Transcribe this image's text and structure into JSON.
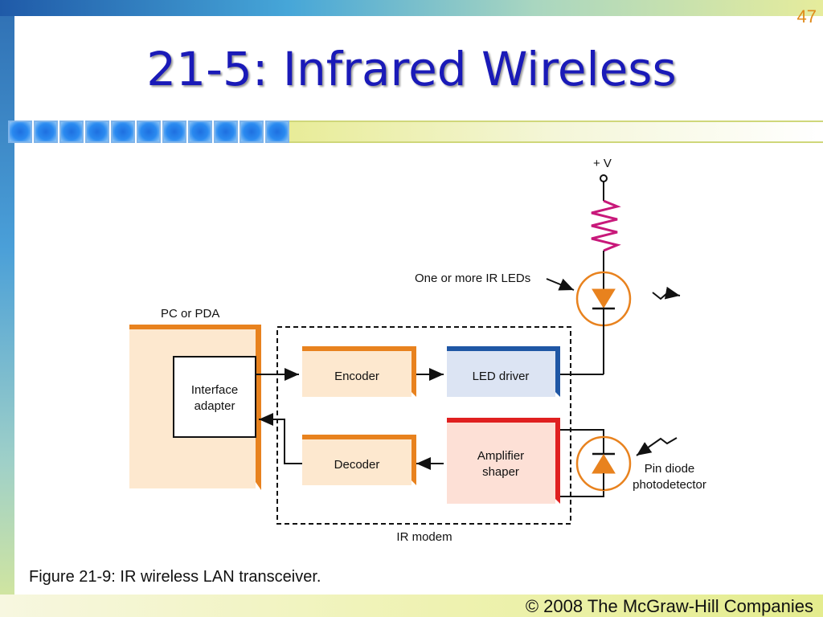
{
  "slide": {
    "number": "47",
    "title": "21-5: Infrared Wireless",
    "caption": "Figure 21-9: IR wireless LAN transceiver.",
    "copyright": "© 2008 The McGraw-Hill Companies"
  },
  "diagram": {
    "supply_label": "+ V",
    "leds_label": "One or more IR LEDs",
    "pc_label": "PC or PDA",
    "interface_line1": "Interface",
    "interface_line2": "adapter",
    "encoder_label": "Encoder",
    "led_driver_label": "LED driver",
    "decoder_label": "Decoder",
    "amplifier_line1": "Amplifier",
    "amplifier_line2": "shaper",
    "photodetector_line1": "Pin diode",
    "photodetector_line2": "photodetector",
    "modem_label": "IR modem"
  },
  "colors": {
    "title": "#1a1ab8",
    "orange": "#e8821e",
    "blue": "#1f57a5",
    "red": "#e02020",
    "resistor": "#c8187a"
  }
}
